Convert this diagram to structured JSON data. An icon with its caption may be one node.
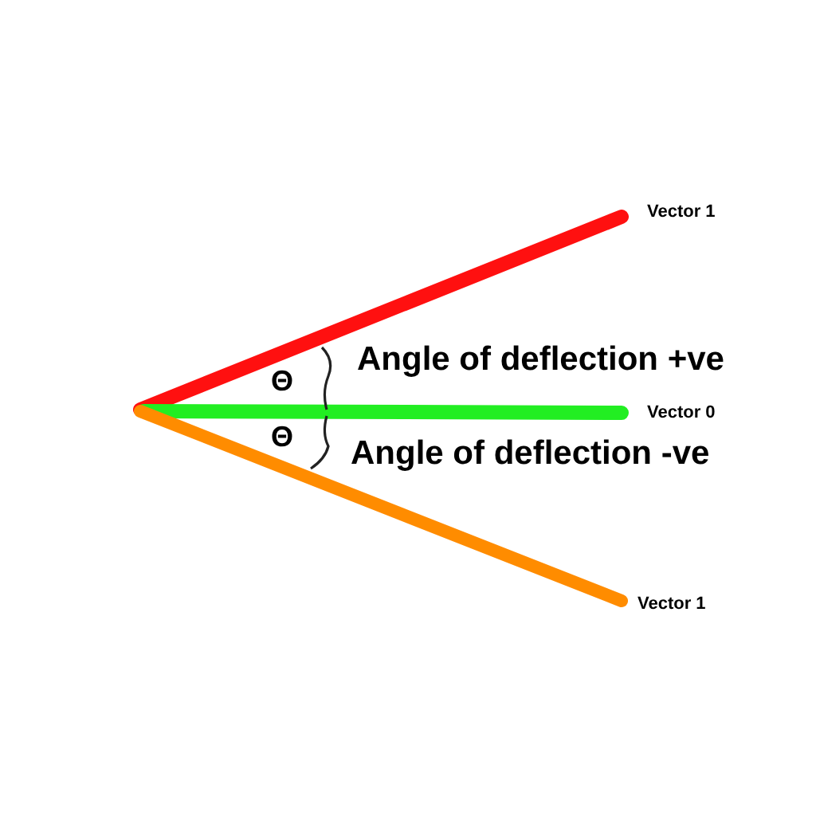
{
  "diagram": {
    "labels": [
      "Vector 1",
      "Angle of deflection +ve",
      "Θ",
      "Vector 0",
      "Θ",
      "Angle of deflection -ve",
      "Vector 1"
    ]
  }
}
